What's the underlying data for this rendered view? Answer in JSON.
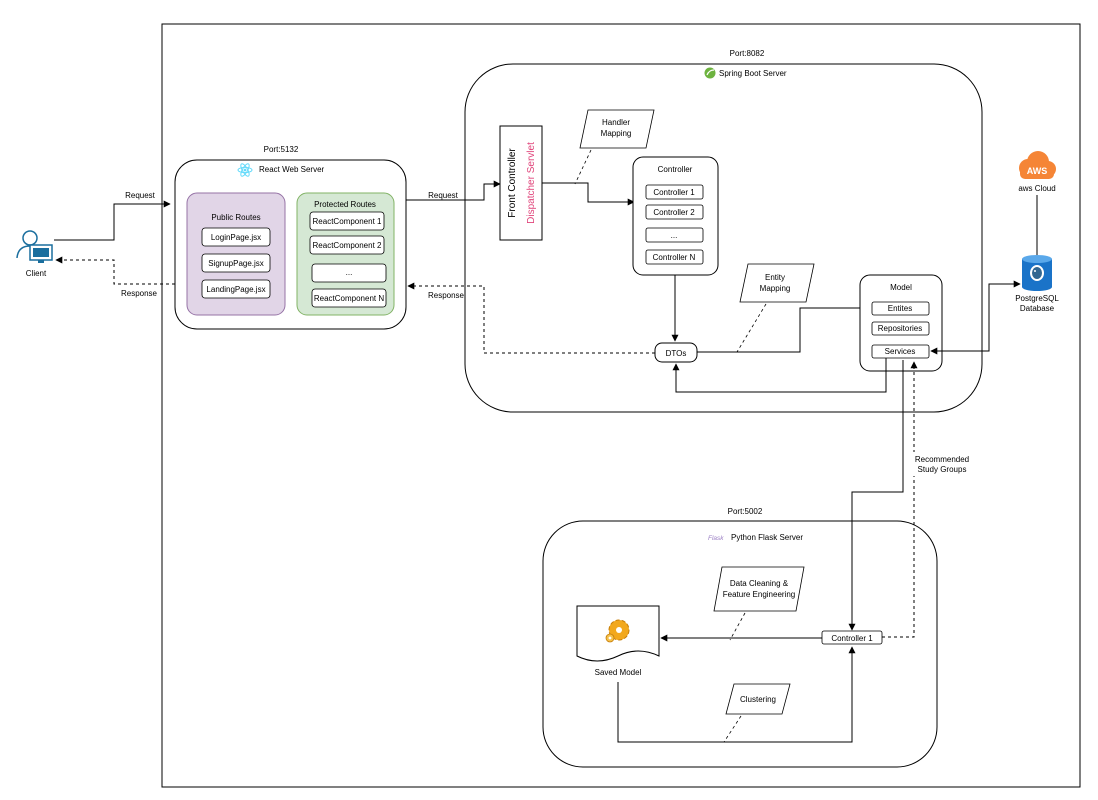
{
  "client": {
    "label": "Client"
  },
  "arrows": {
    "request_left": "Request",
    "response_left": "Response",
    "request_mid": "Request",
    "response_mid": "Response",
    "recommended": [
      "Recommended",
      "Study Groups"
    ]
  },
  "react": {
    "port": "Port:5132",
    "title": "React Web Server",
    "public": {
      "title": "Public Routes",
      "items": [
        "LoginPage.jsx",
        "SignupPage.jsx",
        "LandingPage.jsx"
      ]
    },
    "protected": {
      "title": "Protected Routes",
      "items": [
        "ReactComponent 1",
        "ReactComponent 2",
        "...",
        "ReactComponent N"
      ]
    }
  },
  "spring": {
    "port": "Port:8082",
    "title": "Spring Boot Server",
    "front_controller": "Front Controller",
    "dispatcher": "Dispatcher Servlet",
    "handler_mapping": [
      "Handler",
      "Mapping"
    ],
    "controller": {
      "title": "Controller",
      "items": [
        "Controller 1",
        "Controller 2",
        "...",
        "Controller N"
      ]
    },
    "entity_mapping": [
      "Entity",
      "Mapping"
    ],
    "dtos": "DTOs",
    "model": {
      "title": "Model",
      "items": [
        "Entites",
        "Repositories",
        "Services"
      ]
    }
  },
  "aws": {
    "badge": "AWS",
    "label": "aws Cloud"
  },
  "database": {
    "label": [
      "PostgreSQL",
      "Database"
    ]
  },
  "flask": {
    "port": "Port:5002",
    "logo": "Flask",
    "title": "Python Flask Server",
    "data_cleaning": [
      "Data Cleaning &",
      "Feature Engineering"
    ],
    "controller": "Controller 1",
    "saved_model": "Saved Model",
    "clustering": "Clustering"
  },
  "colors": {
    "public_fill": "#e1d5e7",
    "public_stroke": "#9673a6",
    "protected_fill": "#d5e8d4",
    "protected_stroke": "#82b366",
    "dispatcher": "#e0457b",
    "spring_green": "#6db33f",
    "react_blue": "#61dafb",
    "aws_orange": "#f58536",
    "pg_blue": "#336791"
  }
}
